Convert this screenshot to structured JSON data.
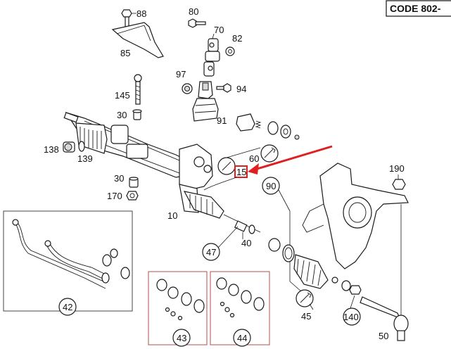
{
  "code_label": "CODE 802-",
  "callouts": {
    "p88": "88",
    "p80": "80",
    "p70": "70",
    "p82": "82",
    "p85": "85",
    "p97": "97",
    "p145": "145",
    "p94": "94",
    "p30a": "30",
    "p91": "91",
    "p138": "138",
    "p139": "139",
    "p60": "60",
    "p15": "15",
    "p190": "190",
    "p30b": "30",
    "p90": "90",
    "p170": "170",
    "p10": "10",
    "p47": "47",
    "p40": "40",
    "p42": "42",
    "p45": "45",
    "p140": "140",
    "p43": "43",
    "p44": "44",
    "p50": "50"
  },
  "highlight": {
    "color": "#e02020"
  }
}
